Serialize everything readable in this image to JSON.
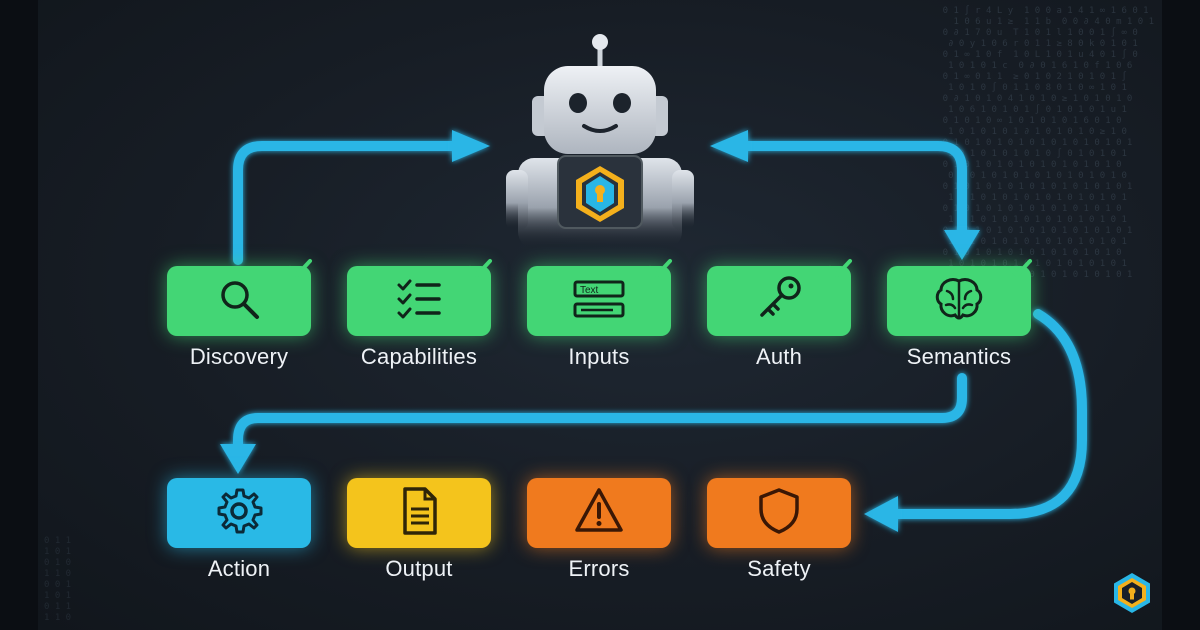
{
  "colors": {
    "background": "#161c24",
    "flow_line": "#29b6e6",
    "step_green": "#43d675",
    "step_blue": "#29b9e6",
    "step_yellow": "#f4c41c",
    "step_orange": "#f07a1e",
    "check": "#43d675",
    "robot_badge": "#f4b01c"
  },
  "robot": {
    "icon": "robot-with-keyhole-shield-icon"
  },
  "steps": [
    {
      "label": "Discovery",
      "icon": "magnifier-icon",
      "color": "#43d675",
      "checked": true
    },
    {
      "label": "Capabilities",
      "icon": "checklist-icon",
      "color": "#43d675",
      "checked": true
    },
    {
      "label": "Inputs",
      "icon": "text-field-icon",
      "icon_text": "Text",
      "color": "#43d675",
      "checked": true
    },
    {
      "label": "Auth",
      "icon": "key-icon",
      "color": "#43d675",
      "checked": true
    },
    {
      "label": "Semantics",
      "icon": "brain-icon",
      "color": "#43d675",
      "checked": true
    },
    {
      "label": "Action",
      "icon": "gear-icon",
      "color": "#29b9e6",
      "checked": false
    },
    {
      "label": "Output",
      "icon": "document-icon",
      "color": "#f4c41c",
      "checked": false
    },
    {
      "label": "Errors",
      "icon": "warning-icon",
      "color": "#f07a1e",
      "checked": false
    },
    {
      "label": "Safety",
      "icon": "shield-icon",
      "color": "#f07a1e",
      "checked": false
    }
  ],
  "logo": {
    "icon": "hexagon-keyhole-logo-icon"
  }
}
